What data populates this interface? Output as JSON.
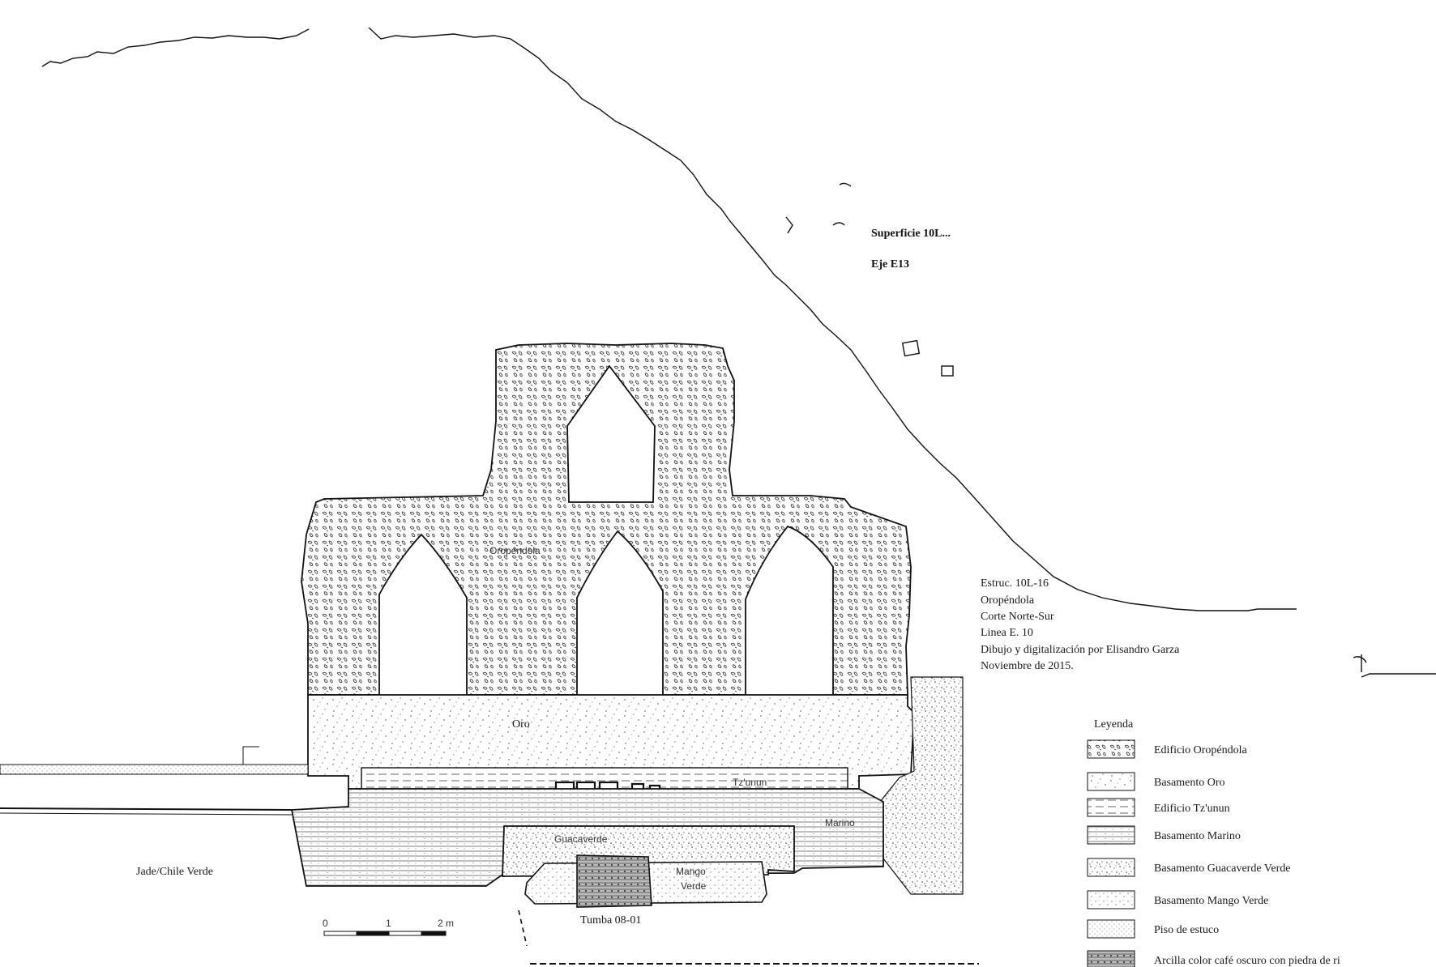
{
  "surface": {
    "label": "Superficie  10L...",
    "axis": "Eje E13"
  },
  "info": {
    "lines": [
      "Estruc. 10L-16",
      "Oropéndola",
      "Corte Norte-Sur",
      "Linea E. 10",
      "Dibujo y digitalización por Elisandro Garza",
      "Noviembre de 2015."
    ]
  },
  "structure_labels": {
    "oropendola": "Oropéndola",
    "oro": "Oro",
    "tzunun": "Tz'unun",
    "marino": "Marino",
    "guacaverde": "Guacaverde",
    "mango_verde_1": "Mango",
    "mango_verde_2": "Verde",
    "tumba": "Tumba 08-01",
    "jade": "Jade/Chile Verde"
  },
  "scale": {
    "ticks": [
      "0",
      "1",
      "2 m"
    ]
  },
  "legend": {
    "title": "Leyenda",
    "items": [
      {
        "label": "Edificio Oropéndola",
        "pattern": "pat-cells"
      },
      {
        "label": "Basamento Oro",
        "pattern": "pat-sparse"
      },
      {
        "label": "Edificio Tz'unun",
        "pattern": "pat-dash"
      },
      {
        "label": "Basamento Marino",
        "pattern": "pat-stripes"
      },
      {
        "label": "Basamento Guacaverde Verde",
        "pattern": "pat-speckle"
      },
      {
        "label": "Basamento Mango Verde",
        "pattern": "pat-dots"
      },
      {
        "label": "Piso de estuco",
        "pattern": "pat-fine"
      },
      {
        "label": "Arcilla color café oscuro con piedra de ri",
        "pattern": "pat-dark"
      }
    ]
  }
}
